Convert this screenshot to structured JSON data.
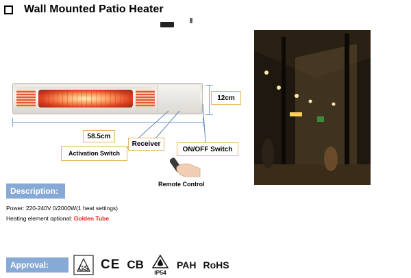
{
  "title": "Wall Mounted Patio Heater",
  "dimensions": {
    "height": "12cm",
    "width": "58.5cm"
  },
  "callouts": {
    "receiver": "Receiver",
    "on_off_switch": "ON/OFF Switch",
    "activation_switch": "Activation Switch",
    "remote_control": "Remote Control"
  },
  "description": {
    "heading": "Description:",
    "power_line": "Power: 220-240V  0/2000W(1 heat settings)",
    "heating_prefix": "Heating element optional: ",
    "heating_value": "Golden Tube"
  },
  "approval": {
    "heading": "Approval:",
    "certifications": [
      "CE",
      "CB",
      "PAH",
      "RoHS"
    ],
    "ip_rating": "IP54",
    "gs_mark_text": "GS"
  },
  "colors": {
    "section_bar": "#87a9d6",
    "callout_border": "#e6b55c",
    "highlight": "#e0201b"
  },
  "icons": [
    "checkbox-icon",
    "gs-mark-icon",
    "ce-mark-icon",
    "ip54-drop-icon"
  ]
}
